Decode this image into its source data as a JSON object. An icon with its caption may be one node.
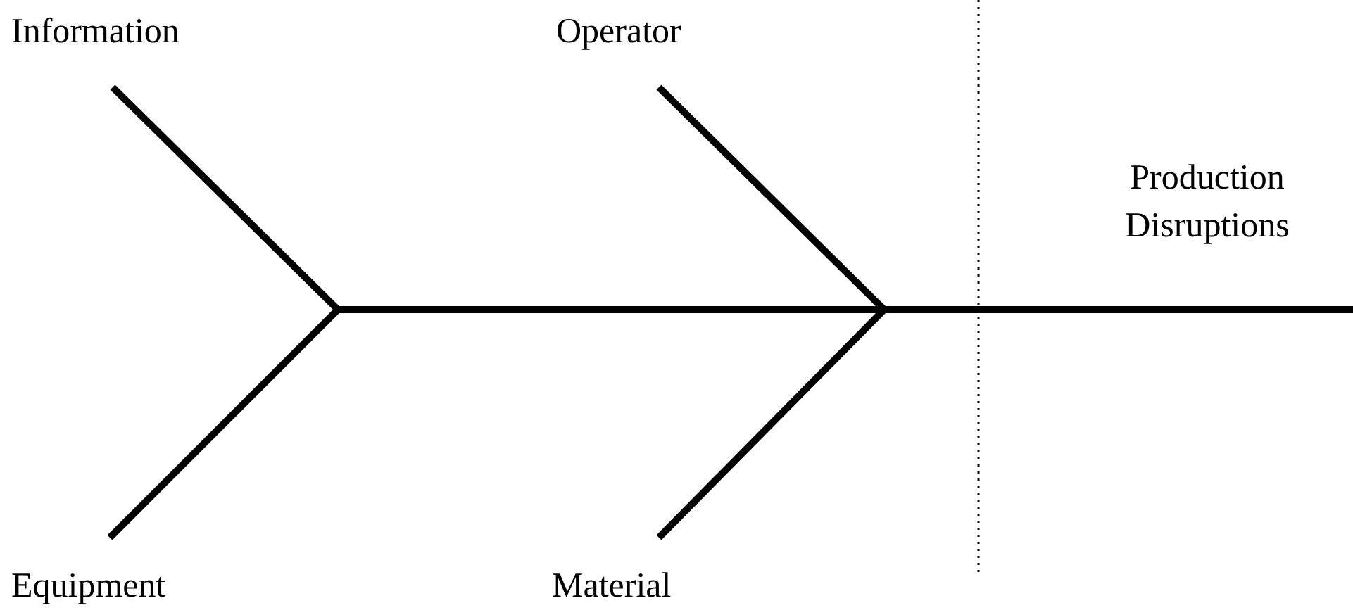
{
  "diagram": {
    "nodes": [
      {
        "text": [
          "Information"
        ]
      },
      {
        "text": [
          "Equipment"
        ]
      },
      {
        "text": [
          "Operator"
        ]
      },
      {
        "text": [
          "Material"
        ]
      },
      {
        "text": [
          "Production Disruptions"
        ]
      }
    ],
    "edges": [
      {
        "from": 0,
        "to": null,
        "arrow": "none"
      },
      {
        "from": 1,
        "to": null,
        "arrow": "none"
      },
      {
        "from": 2,
        "to": null,
        "arrow": "none"
      },
      {
        "from": 3,
        "to": null,
        "arrow": "none"
      }
    ]
  }
}
